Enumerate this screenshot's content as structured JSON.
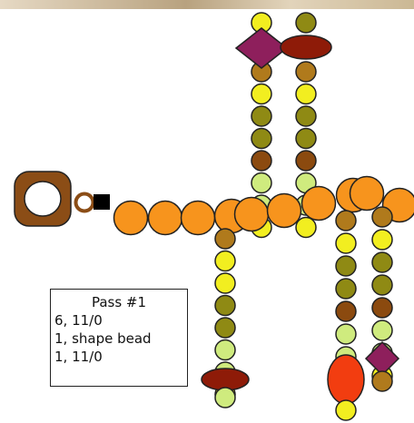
{
  "legend": {
    "title": "Pass #1",
    "lines": [
      "6, 11/0",
      "1, shape bead",
      "1, 11/0"
    ]
  },
  "colors": {
    "orange": "#f7941d",
    "yellow": "#f2ee20",
    "olive": "#8f8a14",
    "brown": "#8b4a0f",
    "lime": "#cfeb7e",
    "tan": "#b07a1c",
    "darkred": "#8e1b08",
    "plum": "#8e1f5c",
    "red": "#f23d10",
    "clasp": "#8b4d16",
    "black": "#000000"
  }
}
